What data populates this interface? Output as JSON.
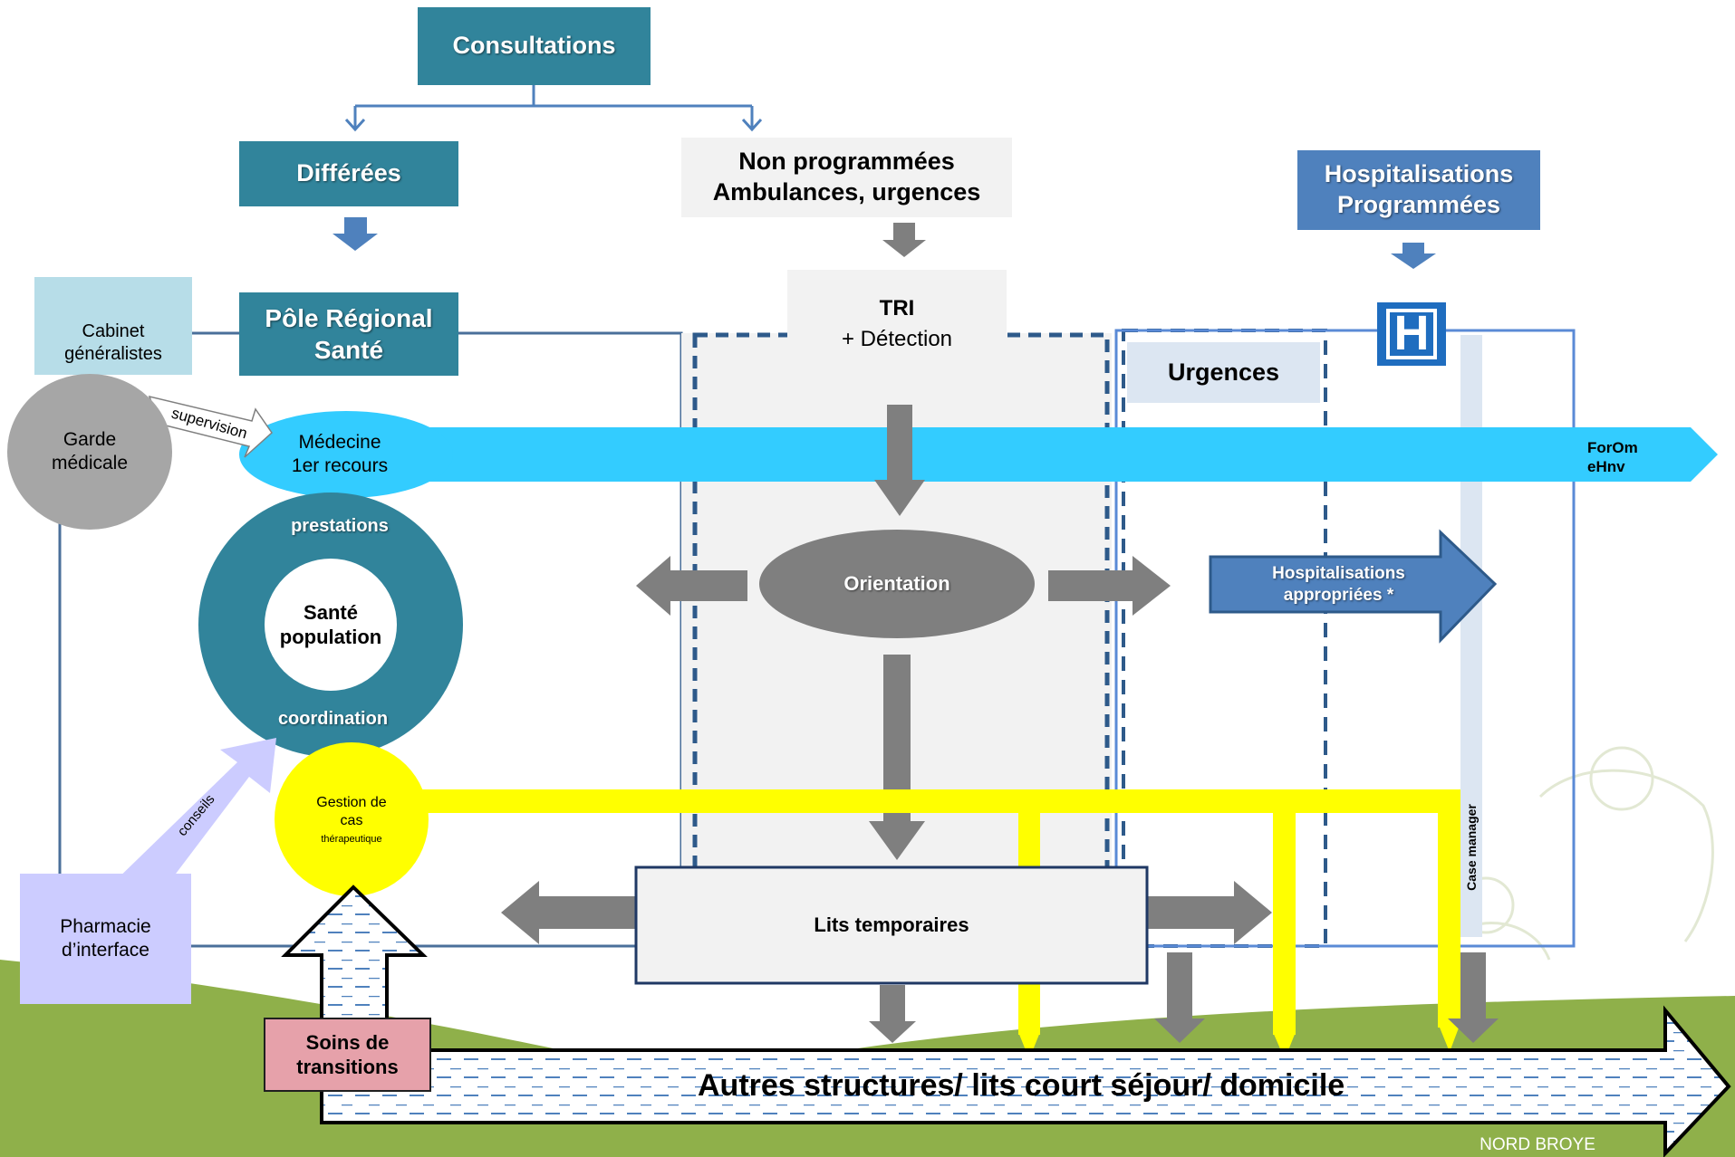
{
  "colors": {
    "teal": "#31849b",
    "blue": "#4f81bd",
    "cyan": "#33ccff",
    "yellow": "#ffff00",
    "grey_arrow": "#7f7f7f",
    "light_grey": "#f2f2f2",
    "light_blue": "#b7dde8",
    "lavender": "#ccccff",
    "pink": "#e6a1aa",
    "green": "#8fb04a"
  },
  "nodes": {
    "consultations": "Consultations",
    "differees": "Différées",
    "non_programmees_1": "Non programmées",
    "non_programmees_2": "Ambulances, urgences",
    "hospitalisations_1": "Hospitalisations",
    "hospitalisations_2": "Programmées",
    "pole_1": "Pôle Régional",
    "pole_2": "Santé",
    "tri": "TRI",
    "detection": "+ Détection",
    "urgences": "Urgences",
    "hospital_symbol": "H",
    "cabinet_1": "Cabinet",
    "cabinet_2": "généralistes",
    "garde_1": "Garde",
    "garde_2": "médicale",
    "supervision": "supervision",
    "medecine_1": "Médecine",
    "medecine_2": "1er recours",
    "forom_1": "ForOm",
    "forom_2": "eHnv",
    "prestations": "prestations",
    "sante_1": "Santé",
    "sante_2": "population",
    "coordination": "coordination",
    "orientation": "Orientation",
    "hosp_approp_1": "Hospitalisations",
    "hosp_approp_2": "appropriées *",
    "gestion_1": "Gestion de",
    "gestion_2": "cas",
    "gestion_3": "thérapeutique",
    "conseils": "conseils",
    "case_manager": "Case manager",
    "pharmacie_1": "Pharmacie",
    "pharmacie_2": "d’interface",
    "lits": "Lits temporaires",
    "soins_1": "Soins de",
    "soins_2": "transitions",
    "autres": "Autres structures/ lits court séjour/ domicile",
    "nord_broye": "NORD BROYE"
  }
}
